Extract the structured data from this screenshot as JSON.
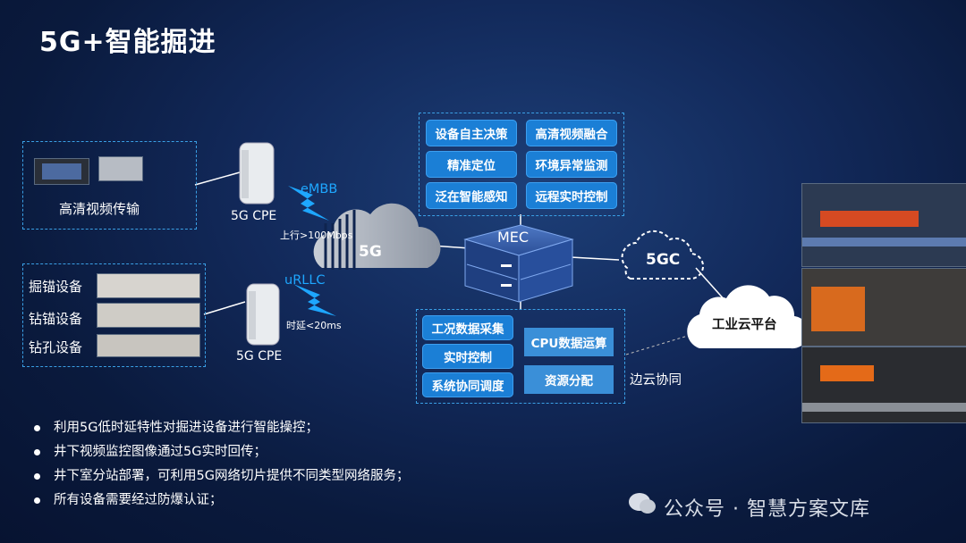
{
  "title": "5G+智能掘进",
  "video_group": {
    "label": "高清视频传输"
  },
  "equipment_group": {
    "items": [
      "掘锚设备",
      "钻锚设备",
      "钻孔设备"
    ]
  },
  "cpe_top": {
    "label": "5G CPE"
  },
  "cpe_bottom": {
    "label": "5G CPE"
  },
  "embb": {
    "label": "eMBB",
    "rate": "上行>100Mbps"
  },
  "urllc": {
    "label": "uRLLC",
    "latency": "时延<20ms"
  },
  "cloud_5g": {
    "label": "5G"
  },
  "mec": {
    "label": "MEC"
  },
  "cloud_5gc": {
    "label": "5GC"
  },
  "cloud_industry": {
    "label": "工业云平台"
  },
  "edge_cloud": {
    "label": "边云协同"
  },
  "top_functions": [
    "设备自主决策",
    "高清视频融合",
    "精准定位",
    "环境异常监测",
    "泛在智能感知",
    "远程实时控制"
  ],
  "bottom_left_functions": [
    "工况数据采集",
    "实时控制",
    "系统协同调度"
  ],
  "bottom_right_functions": [
    "CPU数据运算",
    "资源分配"
  ],
  "bullets": [
    "利用5G低时延特性对掘进设备进行智能操控；",
    "井下视频监控图像通过5G实时回传；",
    "井下室分站部署，可利用5G网络切片提供不同类型网络服务；",
    "所有设备需要经过防爆认证；"
  ],
  "watermark": "公众号 · 智慧方案文库",
  "colors": {
    "accent": "#1b7fd6",
    "dashed": "#3aa0e6",
    "lightning": "#1ea7ff"
  }
}
